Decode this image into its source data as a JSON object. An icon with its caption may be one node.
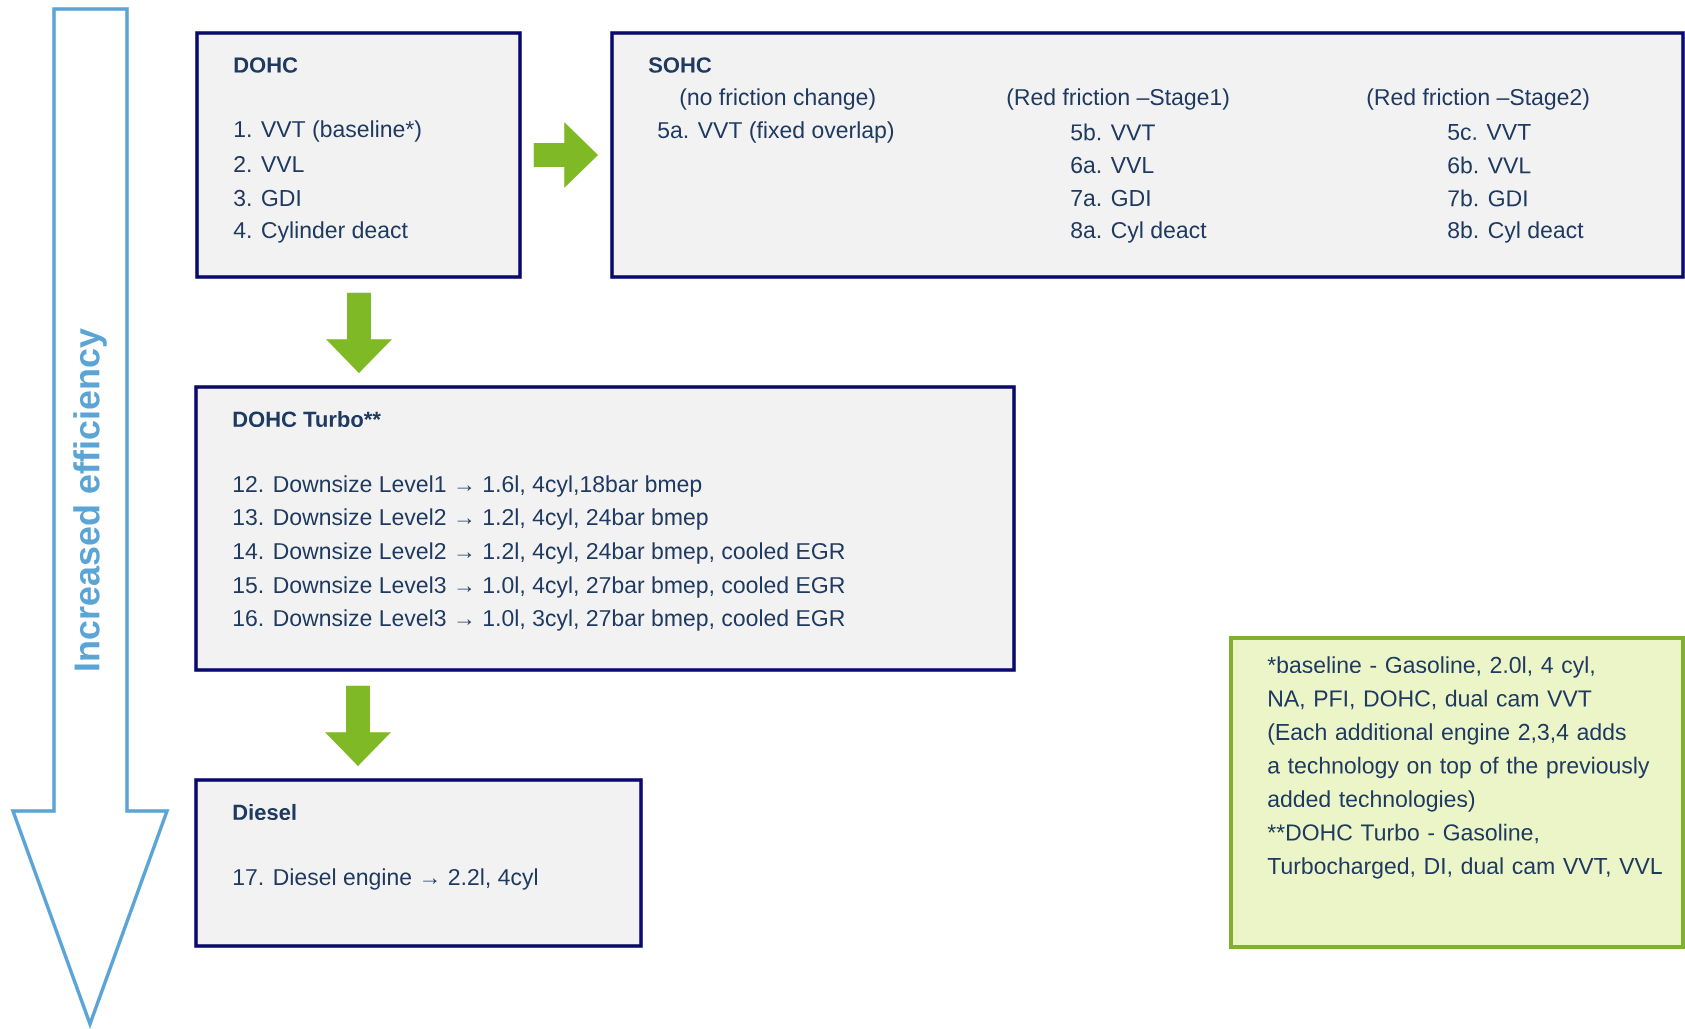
{
  "diagram": {
    "nodes": [
      {
        "text": [
          "DOHC",
          "1. VVT (baseline*)",
          "2. VVL",
          "3. GDI",
          "4. Cylinder deact"
        ]
      },
      {
        "text": [
          "SOHC",
          "(no friction change)",
          "5a. VVT (fixed overlap)",
          "(Red friction –Stage1)",
          "5b. VVT",
          "6a. VVL",
          "7a. GDI",
          "8a. Cyl deact",
          "(Red friction –Stage2)",
          "5c. VVT",
          "6b. VVL",
          "7b. GDI",
          "8b. Cyl deact"
        ]
      },
      {
        "text": [
          "DOHC Turbo**",
          "12. Downsize Level1 → 1.6l, 4cyl,18bar bmep",
          "13. Downsize Level2 → 1.2l, 4cyl, 24bar bmep",
          "14. Downsize Level2 → 1.2l, 4cyl, 24bar bmep, cooled EGR",
          "15. Downsize Level3 → 1.0l, 4cyl, 27bar bmep, cooled EGR",
          "16. Downsize Level3 → 1.0l, 3cyl, 27bar bmep, cooled EGR"
        ]
      },
      {
        "text": [
          "Diesel",
          "17. Diesel engine → 2.2l, 4cyl"
        ]
      },
      {
        "text": [
          "*baseline - Gasoline, 2.0l, 4 cyl, NA, PFI, DOHC, dual cam VVT (Each additional engine 2,3,4 adds a technology on top of the previously added technologies)",
          "**DOHC Turbo - Gasoline, Turbocharged, DI, dual cam VVT, VVL"
        ]
      }
    ],
    "edges": [
      {
        "from": 0,
        "to": 1,
        "arrow": "to"
      },
      {
        "from": 0,
        "to": 2,
        "arrow": "to"
      },
      {
        "from": 2,
        "to": 3,
        "arrow": "to"
      }
    ],
    "labels": [
      "Increased efficiency"
    ]
  }
}
